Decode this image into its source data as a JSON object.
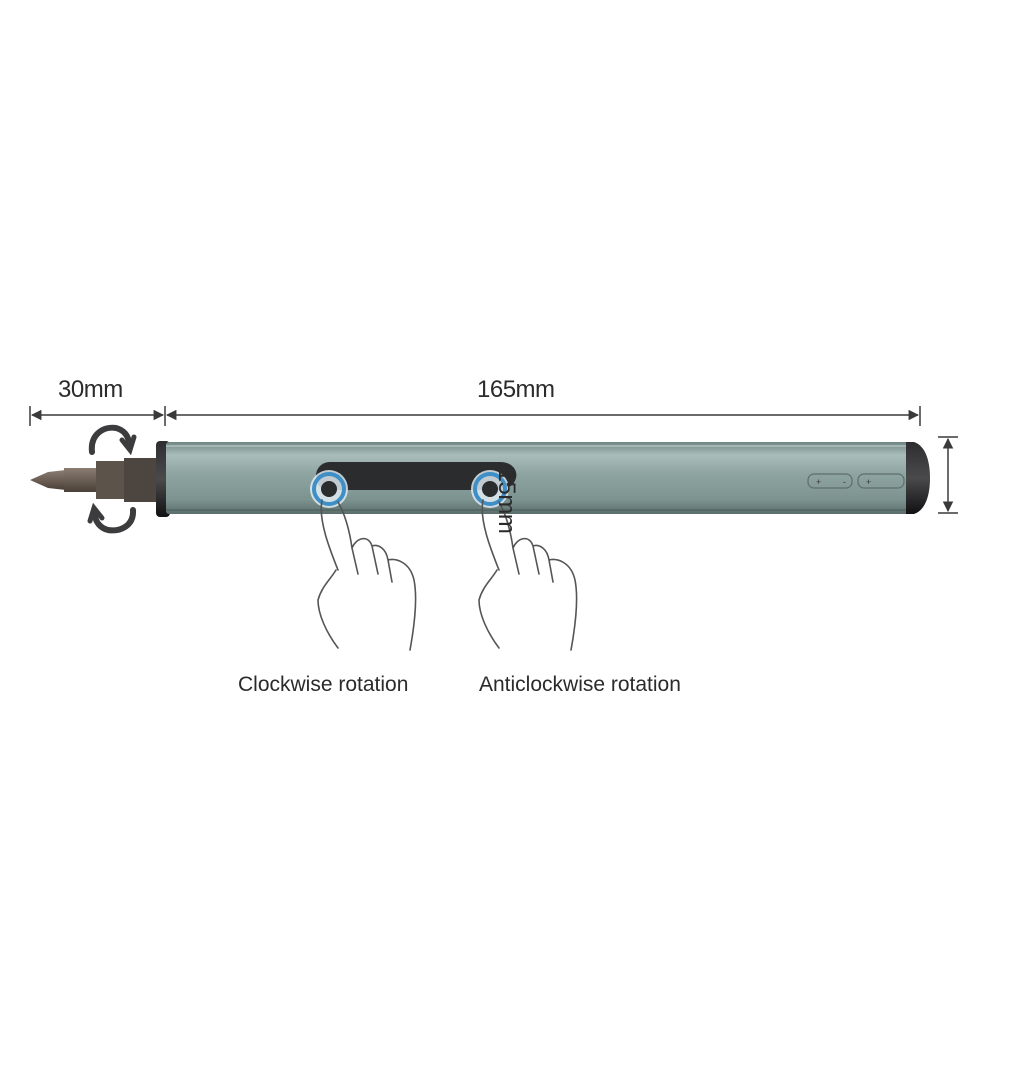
{
  "dimensions": {
    "bit_length": "30mm",
    "body_length": "165mm",
    "diameter": "15mm"
  },
  "captions": {
    "clockwise": "Clockwise rotation",
    "anticlockwise": "Anticlockwise rotation"
  },
  "colors": {
    "body": "#8fa5a2",
    "button_strip": "#2a2c2e",
    "button_ring": "#3d8fc6",
    "end_cap": "#1c1c1e",
    "bit": "#6b5f55",
    "line": "#3a3a3a"
  },
  "icons": [
    "rotation-arrow-icon",
    "finger-press-icon",
    "battery-indicator-icon"
  ]
}
